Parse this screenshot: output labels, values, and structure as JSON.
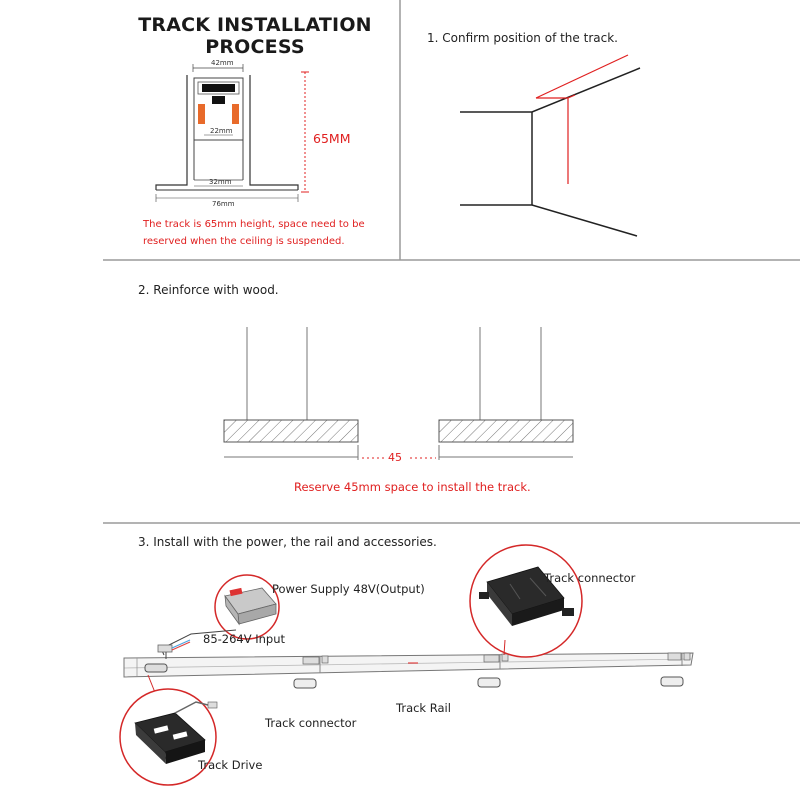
{
  "title": "TRACK INSTALLATION PROCESS",
  "profile": {
    "dim_top": "42mm",
    "dim_inner": "22mm",
    "dim_height": "65MM",
    "dim_base": "32mm",
    "dim_flange": "76mm"
  },
  "note": {
    "line1": "The track is 65mm height, space need to be",
    "line2": "reserved when the ceiling is suspended."
  },
  "step1": {
    "label": "1. Confirm position of the track."
  },
  "step2": {
    "label": "2. Reinforce with wood.",
    "gap_value": "45",
    "reserve_note": "Reserve 45mm space to install the track."
  },
  "step3": {
    "label": "3. Install with the power, the rail and accessories.",
    "power_supply": "Power Supply 48V(Output)",
    "input": "85-264V Input",
    "track_connector_top": "Track connector",
    "track_connector_bottom": "Track connector",
    "track_rail": "Track Rail",
    "track_drive": "Track Drive"
  },
  "colors": {
    "accent_red": "#e02020",
    "orange": "#e86a2a",
    "divider": "#999999"
  }
}
